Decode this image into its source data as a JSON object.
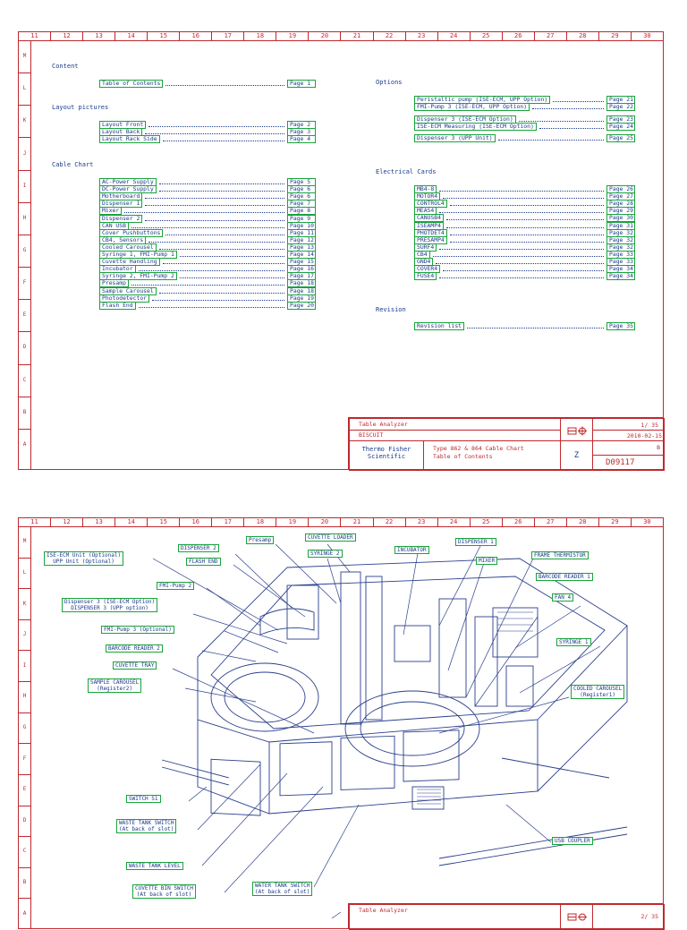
{
  "columns": [
    "11",
    "12",
    "13",
    "14",
    "15",
    "16",
    "17",
    "18",
    "19",
    "20",
    "21",
    "22",
    "23",
    "24",
    "25",
    "26",
    "27",
    "28",
    "29",
    "30"
  ],
  "rows": [
    "M",
    "L",
    "K",
    "J",
    "I",
    "H",
    "G",
    "F",
    "E",
    "D",
    "C",
    "B",
    "A"
  ],
  "toc": {
    "content_heading": "Content",
    "content": [
      {
        "label": "Table of Contents",
        "page": "Page 1"
      }
    ],
    "layout_heading": "Layout pictures",
    "layout": [
      {
        "label": "Layout Front",
        "page": "Page 2"
      },
      {
        "label": "Layout Back",
        "page": "Page 3"
      },
      {
        "label": "Layout Rack Side",
        "page": "Page 4"
      }
    ],
    "cable_heading": "Cable Chart",
    "cable": [
      {
        "label": "AC-Power Supply",
        "page": "Page 5"
      },
      {
        "label": "DC-Power Supply",
        "page": "Page 6"
      },
      {
        "label": "Motherboard",
        "page": "Page 6"
      },
      {
        "label": "Dispenser 1",
        "page": "Page 7"
      },
      {
        "label": "Mixer",
        "page": "Page 8"
      },
      {
        "label": "Dispenser 2",
        "page": "Page 9"
      },
      {
        "label": "CAN USB",
        "page": "Page 10"
      },
      {
        "label": "Cover Pushbuttons",
        "page": "Page 11"
      },
      {
        "label": "CB4, Sensors",
        "page": "Page 12"
      },
      {
        "label": "Cooled Carousel",
        "page": "Page 13"
      },
      {
        "label": "Syringe 1, FMI-Pump 1",
        "page": "Page 14"
      },
      {
        "label": "Cuvette Handling",
        "page": "Page 15"
      },
      {
        "label": "Incubator",
        "page": "Page 16"
      },
      {
        "label": "Syringe 2, FMI-Pump 2",
        "page": "Page 17"
      },
      {
        "label": "Presamp",
        "page": "Page 18"
      },
      {
        "label": "Sample Carousel",
        "page": "Page 18"
      },
      {
        "label": "Photodetector",
        "page": "Page 19"
      },
      {
        "label": "Flash End",
        "page": "Page 20"
      }
    ],
    "options_heading": "Options",
    "options": [
      {
        "label": "Peristaltic pump (ISE-ECM, UPP Option)",
        "page": "Page 21"
      },
      {
        "label": "FMI-Pump 3  (ISE-ECM, UPP Option)",
        "page": "Page 22"
      },
      {
        "label": "Dispenser 3 (ISE-ECM Option)",
        "page": "Page 23"
      },
      {
        "label": "ISE-ECM Measuring (ISE-ECM Option)",
        "page": "Page 24"
      },
      {
        "label": "Dispenser 3 (UPP Unit)",
        "page": "Page 25"
      }
    ],
    "electrical_heading": "Electrical Cards",
    "electrical": [
      {
        "label": "MB4-8",
        "page": "Page 26"
      },
      {
        "label": "MOTOR4",
        "page": "Page 27"
      },
      {
        "label": "CONTROL4",
        "page": "Page 28"
      },
      {
        "label": "MEAS4",
        "page": "Page 29"
      },
      {
        "label": "CANUSB4",
        "page": "Page 30"
      },
      {
        "label": "ISEAMP4",
        "page": "Page 31"
      },
      {
        "label": "PHOTDET4",
        "page": "Page 32"
      },
      {
        "label": "PRESAMP4",
        "page": "Page 32"
      },
      {
        "label": "SURF4",
        "page": "Page 32"
      },
      {
        "label": "CB4",
        "page": "Page 33"
      },
      {
        "label": "GND4",
        "page": "Page 33"
      },
      {
        "label": "COVER4",
        "page": "Page 34"
      },
      {
        "label": "FUSE4",
        "page": "Page 34"
      }
    ],
    "revision_heading": "Revision",
    "revision": [
      {
        "label": "Revision list",
        "page": "Page 35"
      }
    ]
  },
  "titleblock1": {
    "title": "Table Analyzer",
    "subtitle": "BISCUIT",
    "company": "Thermo Fisher\nScientific",
    "desc1": "Type 862 & 864 Cable Chart",
    "desc2": "Table of Contents",
    "sheet": "1/ 35",
    "date": "2010-02-15",
    "rev": "B",
    "size": "Z",
    "docnum": "D09117"
  },
  "titleblock2": {
    "title": "Table Analyzer",
    "sheet": "2/ 35"
  },
  "callouts": [
    {
      "id": "ise-ecm-unit",
      "text": "ISE-ECM Unit (Optional)\nUPP Unit (Optional)"
    },
    {
      "id": "dispenser-2",
      "text": "DISPENSER 2"
    },
    {
      "id": "flash-end",
      "text": "FLASH END"
    },
    {
      "id": "presamp",
      "text": "Presamp"
    },
    {
      "id": "cuvette-loader",
      "text": "CUVETTE LOADER"
    },
    {
      "id": "syringe-2",
      "text": "SYRINGE 2"
    },
    {
      "id": "incubator",
      "text": "INCUBATOR"
    },
    {
      "id": "dispenser-1",
      "text": "DISPENSER 1"
    },
    {
      "id": "mixer",
      "text": "MIXER"
    },
    {
      "id": "frame-thermistor",
      "text": "FRAME THERMISTOR"
    },
    {
      "id": "barcode-reader-1",
      "text": "BARCODE READER 1"
    },
    {
      "id": "fan-4",
      "text": "FAN 4"
    },
    {
      "id": "fmi-pump-2",
      "text": "FMI-Pump 2"
    },
    {
      "id": "dispenser-3",
      "text": "Dispenser 3 (ISE-ECM Option)\nDISPENSER 3 (UPP option)"
    },
    {
      "id": "fmi-pump-3",
      "text": "FMI-Pump 3 (Optional)"
    },
    {
      "id": "barcode-reader-2",
      "text": "BARCODE READER 2"
    },
    {
      "id": "cuvette-tray",
      "text": "CUVETTE TRAY"
    },
    {
      "id": "sample-carousel",
      "text": "SAMPLE CAROUSEL\n(Register2)"
    },
    {
      "id": "syringe-1",
      "text": "SYRINGE 1"
    },
    {
      "id": "cooled-carousel",
      "text": "COOLED CAROUSEL\n(Register1)"
    },
    {
      "id": "switch-s1",
      "text": "SWITCH S1"
    },
    {
      "id": "waste-tank-switch",
      "text": "WASTE TANK SWITCH\n(At back of slot)"
    },
    {
      "id": "waste-tank-level",
      "text": "WASTE TANK LEVEL"
    },
    {
      "id": "cuvette-bin-switch",
      "text": "CUVETTE BIN SWITCH\n(At back of slot)"
    },
    {
      "id": "water-tank-switch",
      "text": "WATER TANK SWITCH\n(At back of slot)"
    },
    {
      "id": "usb-coupler",
      "text": "USB COUPLER"
    }
  ],
  "colors": {
    "frame": "#c0282d",
    "highlight": "#19a43a",
    "text": "#1b3b8a",
    "drawing": "#2b3f8c"
  }
}
